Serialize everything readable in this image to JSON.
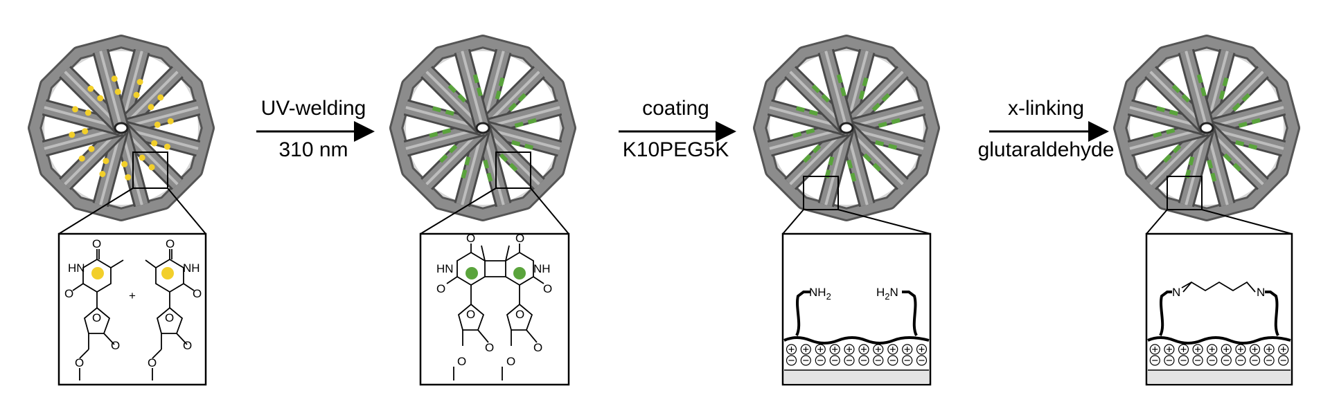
{
  "steps": [
    {
      "label_top": "UV-welding",
      "label_bottom": "310 nm"
    },
    {
      "label_top": "coating",
      "label_bottom": "K10PEG5K"
    },
    {
      "label_top": "x-linking",
      "label_bottom": "glutaraldehyde"
    }
  ],
  "chem": {
    "O": "O",
    "HN": "HN",
    "NH": "NH",
    "N": "N",
    "plus": "+",
    "NH2": "NH",
    "H2N_H": "H",
    "N_amine": "N",
    "sub2": "2"
  },
  "colors": {
    "structure_gray": "#8c8c8c",
    "thymine_yellow": "#f2cf2a",
    "dimer_green": "#5aa43c"
  }
}
